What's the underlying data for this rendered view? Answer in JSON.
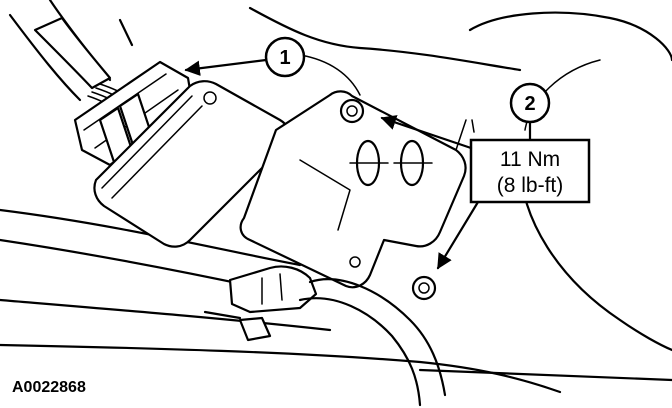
{
  "diagram": {
    "callouts": [
      {
        "id": "1"
      },
      {
        "id": "2"
      }
    ],
    "torque_spec": {
      "metric": "11 Nm",
      "imperial": "(8 lb-ft)"
    },
    "figure_id": "A0022868"
  }
}
